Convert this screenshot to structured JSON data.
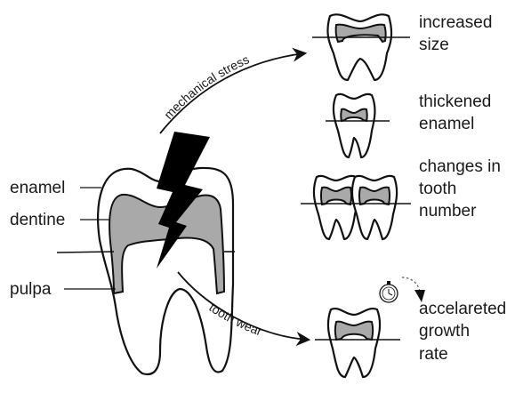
{
  "colors": {
    "dentine": "#a9a9a9",
    "line": "#111111",
    "bolt": "#000000"
  },
  "labels": {
    "enamel": "enamel",
    "dentine": "dentine",
    "pulpa": "pulpa"
  },
  "arrows": {
    "top": "mechanical stress",
    "bottom": "tooth wear"
  },
  "outcomes": [
    {
      "line1": "increased",
      "line2": "size"
    },
    {
      "line1": "thickened",
      "line2": "enamel"
    },
    {
      "line1": "changes in",
      "line2": "tooth",
      "line3": "number"
    },
    {
      "line1": "accelareted",
      "line2": "growth",
      "line3": "rate"
    }
  ],
  "icons": [
    "lightning-bolt-icon",
    "stopwatch-icon",
    "arrowhead-icon"
  ]
}
